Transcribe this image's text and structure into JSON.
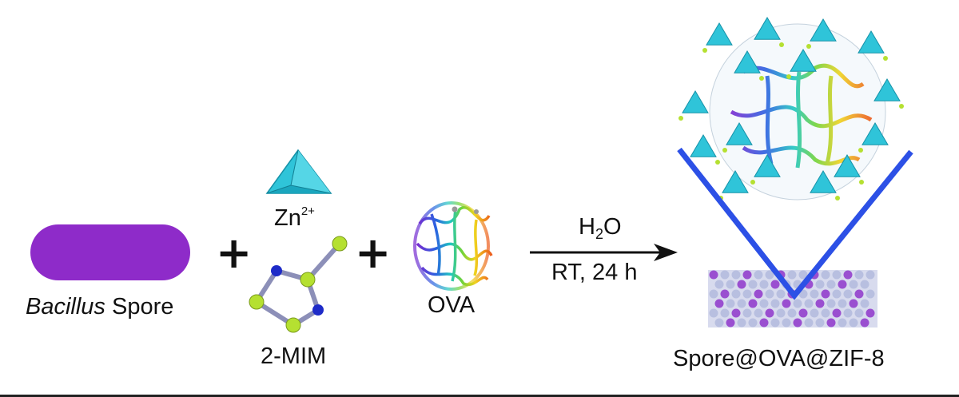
{
  "labels": {
    "spore_italic": "Bacillus",
    "spore_rest": "Spore",
    "zn_base": "Zn",
    "zn_charge": "2+",
    "mim": "2-MIM",
    "ova": "OVA",
    "product": "Spore@OVA@ZIF-8"
  },
  "arrow": {
    "above_h": "H",
    "above_sub": "2",
    "above_o": "O",
    "below": "RT, 24 h"
  },
  "operators": [
    "+",
    "+"
  ],
  "colors": {
    "spore": "#8E2BC9",
    "tetrahedron": "#2FC4D9",
    "tetrahedron_dark": "#1592A8",
    "nitrogen": "#1E2BC8",
    "carbon": "#B5E031",
    "bond": "#8C8FB8",
    "frame": "#2C50E6"
  }
}
